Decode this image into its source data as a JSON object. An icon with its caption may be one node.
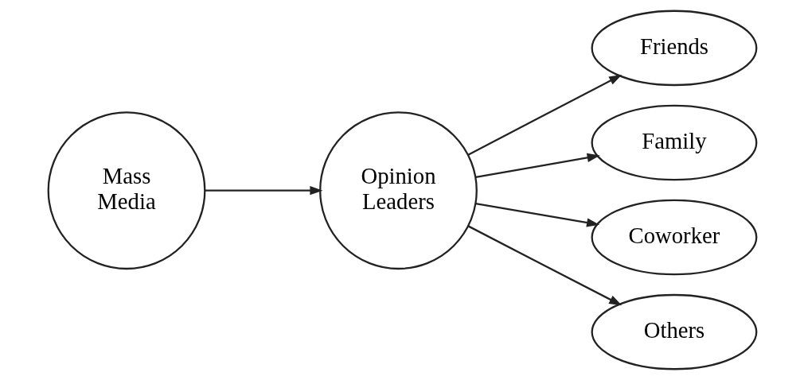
{
  "diagram": {
    "nodes": [
      {
        "text": [
          "Mass Media"
        ]
      },
      {
        "text": [
          "Opinion Leaders"
        ]
      },
      {
        "text": [
          "Friends"
        ]
      },
      {
        "text": [
          "Family"
        ]
      },
      {
        "text": [
          "Coworker"
        ]
      },
      {
        "text": [
          "Others"
        ]
      }
    ],
    "edges": [
      {
        "from": 0,
        "to": 1,
        "arrow": "to"
      },
      {
        "from": 1,
        "to": 2,
        "arrow": "to"
      },
      {
        "from": 1,
        "to": 3,
        "arrow": "to"
      },
      {
        "from": 1,
        "to": 4,
        "arrow": "to"
      },
      {
        "from": 1,
        "to": 5,
        "arrow": "to"
      }
    ]
  }
}
